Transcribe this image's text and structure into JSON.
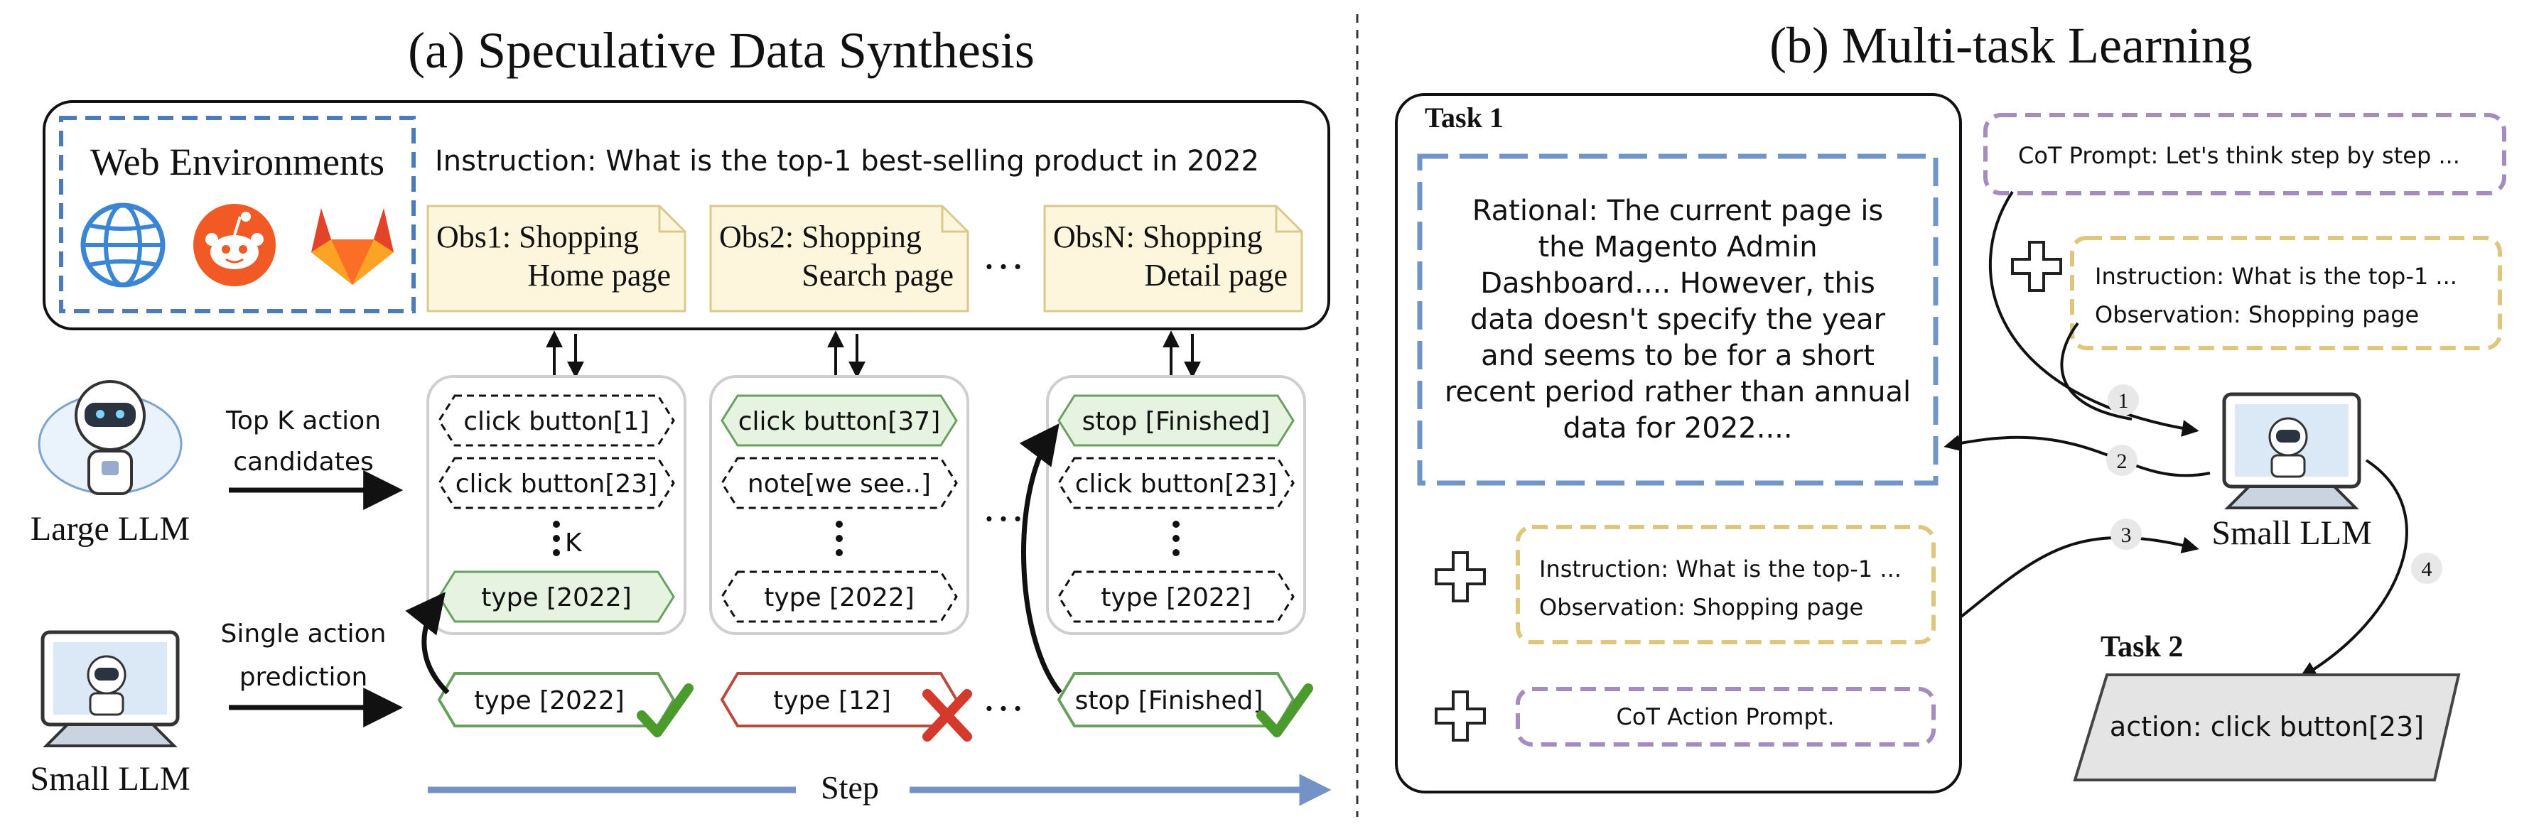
{
  "left_panel": {
    "title": "(a) Speculative Data Synthesis",
    "web_env": {
      "label": "Web Environments",
      "icons": [
        "globe-icon",
        "reddit-icon",
        "gitlab-icon"
      ]
    },
    "instruction": "Instruction: What is the top-1 best-selling product in 2022",
    "observations": [
      {
        "line1": "Obs1: Shopping",
        "line2": "Home page"
      },
      {
        "line1": "Obs2: Shopping",
        "line2": "Search page"
      },
      {
        "line1": "ObsN: Shopping",
        "line2": "Detail page"
      }
    ],
    "ellipsis": "…",
    "large_llm": {
      "label": "Large LLM",
      "arrow_text_1": "Top K action",
      "arrow_text_2": "candidates"
    },
    "small_llm": {
      "label": "Small LLM",
      "arrow_text_1": "Single action",
      "arrow_text_2": "prediction"
    },
    "candidate_columns": [
      {
        "candidates": [
          "click button[1]",
          "click button[23]",
          "type [2022]"
        ],
        "k_label": "K"
      },
      {
        "candidates": [
          "click button[37]",
          "note[we see..]",
          "type [2022]"
        ]
      },
      {
        "candidates": [
          "stop [Finished]",
          "click button[23]",
          "type [2022]"
        ]
      }
    ],
    "predictions": [
      "type [2022]",
      "type [12]",
      "stop [Finished]"
    ],
    "step_label": "Step"
  },
  "right_panel": {
    "title": "(b) Multi-task Learning",
    "task1": {
      "label": "Task 1",
      "rational_lines": [
        "Rational: The current page is",
        "the Magento Admin",
        "Dashboard.... However, this",
        "data doesn't specify the year",
        "and seems to be for a short",
        "recent period rather than annual",
        "data for 2022...."
      ],
      "instruction": "Instruction: What is the top-1 ...",
      "observation": "Observation: Shopping page",
      "cot_action_prompt": "CoT Action Prompt."
    },
    "cot_prompt": "CoT Prompt: Let's think step by step ...",
    "context": {
      "instruction": "Instruction: What is the top-1 ...",
      "observation": "Observation: Shopping page"
    },
    "small_llm_label": "Small LLM",
    "step_numbers": [
      "1",
      "2",
      "3",
      "4"
    ],
    "task2": {
      "label": "Task 2",
      "action": "action: click button[23]"
    }
  },
  "colors": {
    "blue_dash": "#4d7ab8",
    "purple_dash": "#a48cbf",
    "yellow_dash": "#dfc67d",
    "obs_fill": "#fdf6dc",
    "green_fill": "#e6f3e1",
    "green_stroke": "#6aa05f",
    "red_stroke": "#b84a3e",
    "step_arrow": "#7492c6",
    "task2_fill": "#e4e4e4"
  }
}
